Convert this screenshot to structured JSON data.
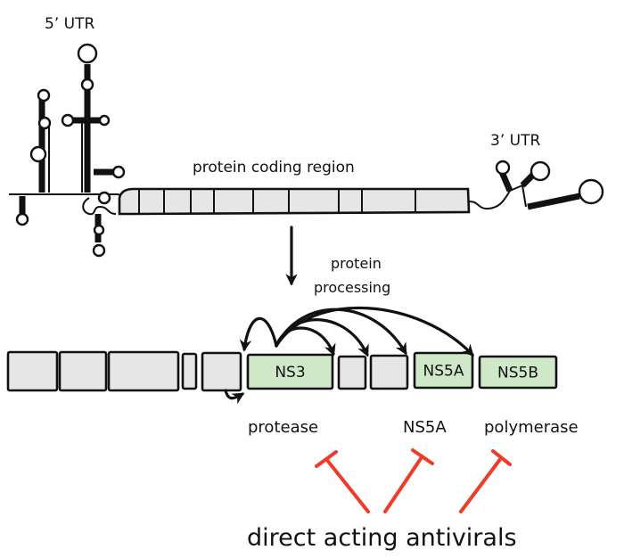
{
  "labels": {
    "utr5": "5’ UTR",
    "utr3": "3’ UTR",
    "coding_region": "protein coding region",
    "processing_line1": "protein",
    "processing_line2": "processing",
    "direct_acting": "direct acting antivirals"
  },
  "polyprotein": {
    "segments": [
      {
        "label": "",
        "highlight": false
      },
      {
        "label": "",
        "highlight": false
      },
      {
        "label": "",
        "highlight": false
      },
      {
        "label": "",
        "highlight": false
      },
      {
        "label": "",
        "highlight": false
      },
      {
        "label": "NS3",
        "highlight": true
      },
      {
        "label": "",
        "highlight": false
      },
      {
        "label": "",
        "highlight": false
      },
      {
        "label": "NS5A",
        "highlight": true
      },
      {
        "label": "NS5B",
        "highlight": true
      }
    ]
  },
  "targets": [
    {
      "label": "protease"
    },
    {
      "label": "NS5A"
    },
    {
      "label": "polymerase"
    }
  ],
  "colors": {
    "highlight_fill": "#cfe8c8",
    "segment_fill": "#e6e6e6",
    "inhibitor": "#f03a2a"
  }
}
